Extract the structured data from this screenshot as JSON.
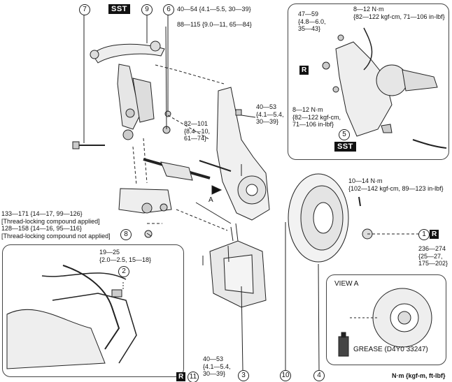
{
  "callouts": {
    "c1": "1",
    "c2": "2",
    "c3": "3",
    "c4": "4",
    "c5": "5",
    "c6": "6",
    "c7": "7",
    "c8": "8",
    "c9": "9",
    "c10": "10",
    "c11": "11"
  },
  "tags": {
    "sst": "SST",
    "r": "R"
  },
  "torques": {
    "t_top_6": "40—54 {4.1—5.5, 30—39}",
    "t_88": "88—115 {9.0—11, 65—84}",
    "t_40_53_top": "40—53\n{4.1—5.4,\n30—39}",
    "t_82": "82—101\n{8.4—10,\n61—74}",
    "t_133": "133—171 {14—17, 99—126}\n[Thread-locking compound applied]\n128—158 {14—16, 95—116}\n[Thread-locking compound not applied]",
    "t_19": "19—25\n{2.0—2.5, 15—18}",
    "t_40_53_bottom": "40—53\n{4.1—5.4,\n30—39}",
    "t_10_14": "10—14 N·m\n{102—142 kgf-cm, 89—123 in-lbf}",
    "t_236": "236—274\n{25—27,\n175—202}",
    "t_47": "47—59\n{4.8—6.0,\n35—43}",
    "t_8_12_a": "8—12 N·m\n{82—122 kgf-cm, 71—106 in-lbf}",
    "t_8_12_b": "8—12 N·m\n{82—122 kgf-cm,\n71—106 in-lbf}"
  },
  "labels": {
    "view_a": "VIEW A",
    "arrow_a": "A",
    "grease": "GREASE (D4Y0 33247)",
    "units": "N·m {kgf-m, ft-lbf}"
  }
}
